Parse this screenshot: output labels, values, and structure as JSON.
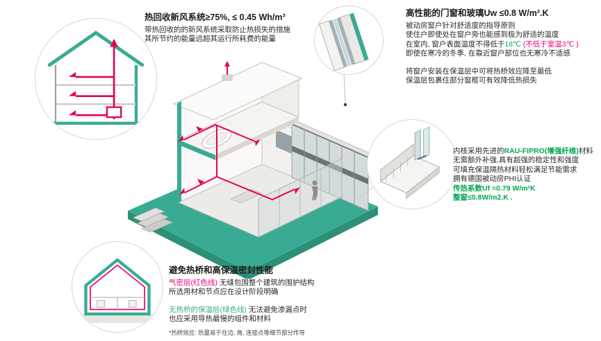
{
  "colors": {
    "teal": "#3aab93",
    "green": "#00a651",
    "pink": "#e6007e",
    "duct_red": "#e2005a",
    "ink": "#2a2a2a"
  },
  "callout_ventilation": {
    "title": "热回收新风系统≥75%, ≤ 0.45 Wh/m³",
    "line1": "带热回收的的新风系统采取防止热损失的措施",
    "line2": "其所节约的能量远超其运行所耗费的能量"
  },
  "callout_windows": {
    "title": "高性能的门窗和玻璃Uw ≤0.8 W/m².K",
    "line1": "被动房窗户针对舒适度的指导原则",
    "line2": "使住户即使处在窗户旁也能感到极为舒适的温度",
    "line3_a": "在室内, 窗户表面温度不得低于",
    "line3_temp": "18℃",
    "line3_note": " (不低于室温3℃ )",
    "line4": "即使在寒冷的冬季, 在靠近窗户部位也无寒冷不适感",
    "line5": "将窗户安装在保温层中可将热桥效应降至最低",
    "line6": "保温层包裹住部分窗框可有效降低热损失"
  },
  "callout_frame": {
    "line1_a": "内核采用先进的",
    "line1_b": "RAU-FIPRO(增强纤维)",
    "line1_c": "材料",
    "line2": "无需额外补强,具有超强的稳定性和强度",
    "line3": "可填充保温隔热材料轻松满足节能需求",
    "line4": "拥有德国被动房PHI认证",
    "line5": "传热系数Uf =0.79 W/m²K",
    "line6": "整窗≤0.8W/m2.K ."
  },
  "callout_thermal": {
    "title": "避免热桥和高保温密封性能",
    "p1_label": "气密层(红色线)",
    "p1_rest": " 无缝包围整个建筑的围护结构",
    "p1_line2": "所选用材和节点应在设计阶段明确",
    "p2_label": "无热桥的保温层(绿色线)",
    "p2_rest": " 无法避免渗漏点时",
    "p2_line2": "也应采用导热最慢的组件和材料",
    "footnote": "*热桥效应: 热量易于在边, 角, 连接点等细节部分传导"
  }
}
